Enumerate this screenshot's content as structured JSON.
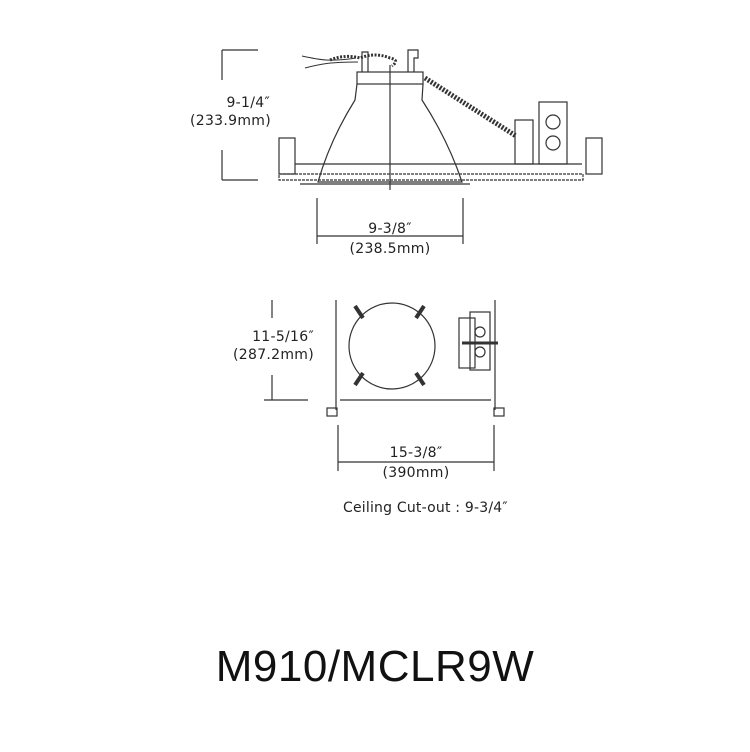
{
  "side_view": {
    "height_dim": {
      "imperial": "9-1/4″",
      "metric": "(233.9mm)"
    },
    "aperture_dim": {
      "imperial": "9-3/8″",
      "metric": "(238.5mm)"
    }
  },
  "top_view": {
    "depth_dim": {
      "imperial": "11-5/16″",
      "metric": "(287.2mm)"
    },
    "width_dim": {
      "imperial": "15-3/8″",
      "metric": "(390mm)"
    }
  },
  "ceiling_cutout": "Ceiling Cut-out : 9-3/4″",
  "model_number": "M910/MCLR9W",
  "colors": {
    "line": "#333333",
    "text": "#111111",
    "background": "#ffffff"
  }
}
